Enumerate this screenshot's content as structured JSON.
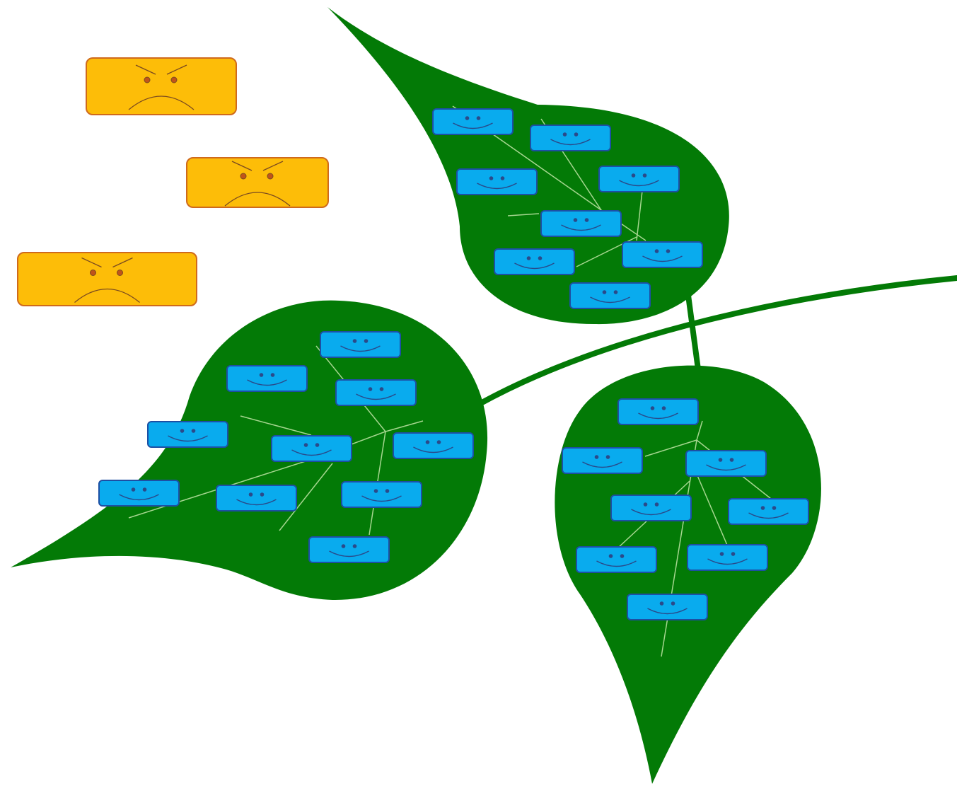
{
  "colors": {
    "background": "#ffffff",
    "leaf": "#037a06",
    "vein": "#a5d68f",
    "happy_block_fill": "#09abee",
    "happy_block_stroke": "#1d4fa3",
    "happy_face_stroke": "#2a4a8a",
    "angry_block_fill": "#fdbd08",
    "angry_block_stroke": "#cf6a1c",
    "angry_face_stroke": "#7a4a20",
    "angry_eye": "#c0541a"
  },
  "icons": {
    "happy_block": "smiling-face-block",
    "angry_block": "frowning-face-block",
    "leaf": "leaf-shape"
  },
  "counts": {
    "angry_blocks": 3,
    "leaves": 3,
    "happy_blocks_top_leaf": 8,
    "happy_blocks_left_leaf": 10,
    "happy_blocks_right_leaf": 8
  }
}
